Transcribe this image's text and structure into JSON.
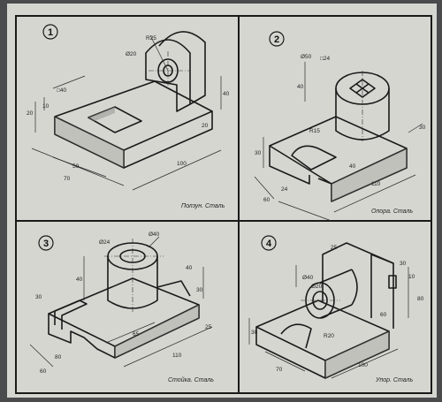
{
  "panels": [
    {
      "number": "1",
      "caption": "Ползун. Сталь",
      "dims": [
        "Ø20",
        "R25",
        "□40",
        "10",
        "20",
        "40",
        "50",
        "70",
        "100",
        "20"
      ]
    },
    {
      "number": "2",
      "caption": "Опора. Сталь",
      "dims": [
        "Ø50",
        "□24",
        "40",
        "R15",
        "30",
        "24",
        "60",
        "40",
        "110",
        "30"
      ]
    },
    {
      "number": "3",
      "caption": "Стойка. Сталь",
      "dims": [
        "Ø24",
        "Ø40",
        "40",
        "40",
        "30",
        "30",
        "65",
        "25",
        "80",
        "110",
        "60"
      ]
    },
    {
      "number": "4",
      "caption": "Упор. Сталь",
      "dims": [
        "25",
        "Ø40",
        "Ø20",
        "10",
        "60",
        "R20",
        "30",
        "70",
        "100",
        "80",
        "30"
      ]
    }
  ]
}
